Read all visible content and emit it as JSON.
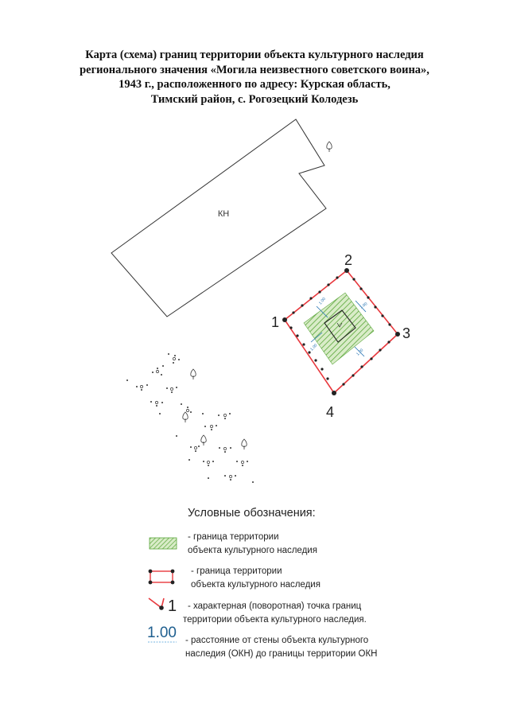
{
  "title": {
    "line1": "Карта (схема) границ территории объекта культурного наследия",
    "line2": "регионального значения «Могила неизвестного советского воина»,",
    "line3": "1943 г., расположенного по адресу: Курская область,",
    "line4": "Тимский район, с. Рогозецкий Колодезь"
  },
  "map": {
    "building_label": "КН",
    "points": [
      "1",
      "2",
      "3",
      "4"
    ],
    "distances": [
      "1.00",
      "1.00",
      "1.00",
      "1.00"
    ],
    "colors": {
      "boundary": "#e8383d",
      "hatch": "#5aa63a",
      "hatch_fill": "#d9ecc8",
      "outline": "#222222",
      "distance": "#1f6fb0"
    }
  },
  "legend": {
    "title": "Условные обозначения:",
    "items": [
      {
        "line1": "- граница территории",
        "line2": "объекта культурного наследия"
      },
      {
        "line1": "- граница территории",
        "line2": "объекта культурного наследия"
      },
      {
        "sample_label": "1",
        "line1": "- характерная (поворотная) точка границ",
        "line2": "территории объекта культурного наследия."
      },
      {
        "sample_label": "1.00",
        "line1": "- расстояние от стены объекта культурного",
        "line2": "наследия (ОКН) до границы территории ОКН"
      }
    ]
  }
}
